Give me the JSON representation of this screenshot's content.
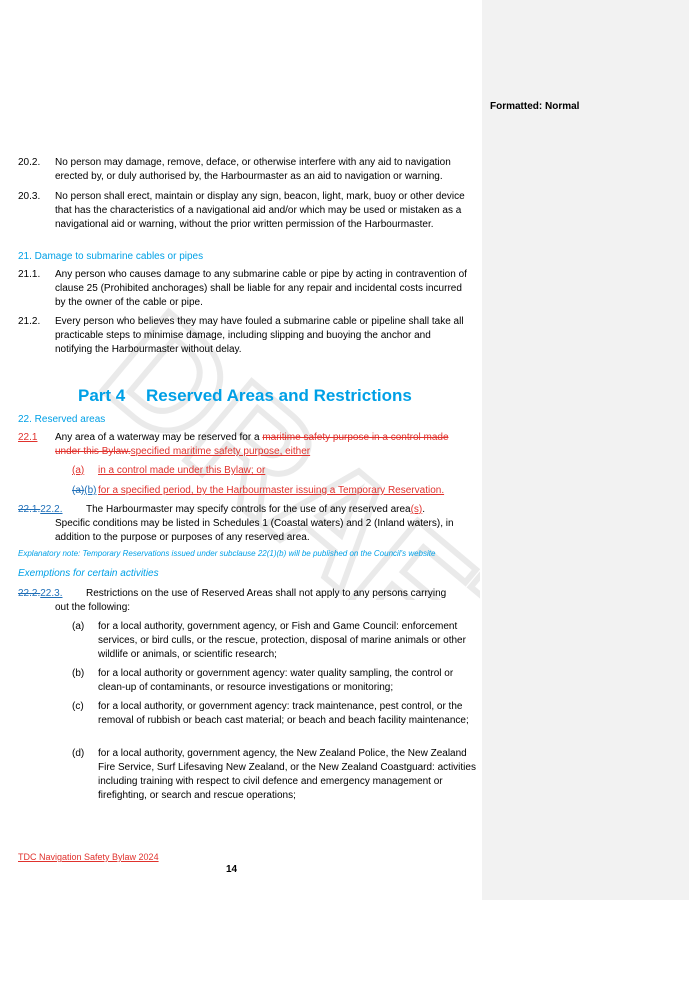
{
  "clauses": {
    "c20_2": {
      "num": "20.2.",
      "text": "No person may damage, remove, deface, or otherwise interfere with any aid to navigation erected by, or duly authorised by, the Harbourmaster as an aid to navigation or warning."
    },
    "c20_3": {
      "num": "20.3.",
      "text": "No person shall erect, maintain or display any sign, beacon, light, mark, buoy or other device that has the characteristics of a navigational aid and/or which may be used or mistaken as a navigational aid or warning, without the prior written permission of the Harbourmaster."
    },
    "h21": "21. Damage to submarine cables or pipes",
    "c21_1": {
      "num": "21.1.",
      "text": "Any person who causes damage to any submarine cable or pipe by acting in contravention of clause 25 (Prohibited anchorages) shall be liable for any repair and incidental costs incurred by the owner of the cable or pipe."
    },
    "c21_2": {
      "num": "21.2.",
      "text": "Every person who believes they may have fouled a submarine cable or pipeline shall take all practicable steps to minimise damage, including slipping and buoying the anchor and notifying the Harbourmaster without delay."
    }
  },
  "part": {
    "number": "Part 4",
    "title": "Reserved Areas and Restrictions"
  },
  "h22": "22. Reserved areas",
  "c22_1": {
    "num": "22.1",
    "lead": "Any area of a waterway may be reserved for a ",
    "deleted1": "maritime safety purpose in a control made",
    "deleted2": "under this Bylaw.",
    "inserted": "specified maritime safety purpose, either",
    "a_label": "(a)",
    "a_text": "in a control made under this Bylaw; or",
    "b_del": "(a)",
    "b_label": "(b)",
    "b_text": "for a specified period, by the Harbourmaster issuing a Temporary Reservation."
  },
  "c22_2": {
    "num_del": "22.1.",
    "num_ins": "22.2.",
    "text1": "The Harbourmaster may specify controls for the use of any reserved area",
    "ins_s": "(s)",
    "text1_end": ".",
    "text2": "Specific conditions may be listed in Schedules 1 (Coastal waters) and 2 (Inland waters), in addition to the purpose or purposes of any reserved area."
  },
  "note": "Explanatory note: Temporary Reservations issued under subclause 22(1)(b) will be published on the Council's website",
  "exemptions_heading": "Exemptions for certain activities",
  "c22_3": {
    "num_del": "22.2.",
    "num_ins": "22.3.",
    "text1": "Restrictions on the use of Reserved Areas shall not apply to any persons carrying",
    "text2": "out the following:"
  },
  "items": [
    {
      "label": "(a)",
      "text": "for a local authority, government agency, or Fish and Game Council: enforcement services, or bird culls, or the rescue, protection, disposal of marine animals or other wildlife or animals, or scientific research;"
    },
    {
      "label": "(b)",
      "text": "for a local authority or government agency: water quality sampling, the control or clean-up of contaminants, or resource investigations or monitoring;"
    },
    {
      "label": "(c)",
      "text": "for a local authority, or government agency: track maintenance, pest control, or the removal of rubbish or beach cast material; or beach and beach facility maintenance;"
    },
    {
      "label": "(d)",
      "text": "for a local authority, government agency, the New Zealand Police, the New Zealand Fire Service, Surf Lifesaving New Zealand, or the New Zealand Coastguard: activities including training with respect to civil defence and emergency management or firefighting, or search and rescue operations;"
    }
  ],
  "footer": "TDC Navigation Safety Bylaw 2024",
  "page_number": "14",
  "margin_label": "Formatted: Normal",
  "watermark": "DRAFT",
  "colors": {
    "heading": "#00a0e6",
    "deleted": "#e0322d",
    "inserted_blue": "#1f6fb8",
    "margin": "#f2f2f2"
  }
}
